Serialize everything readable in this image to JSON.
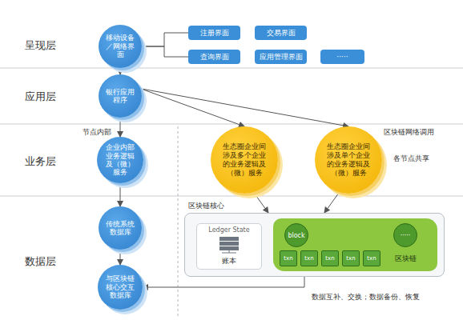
{
  "diagram": {
    "nodes": [
      {
        "text": [
          "移动设备／网络界面"
        ]
      },
      {
        "text": [
          "注册界面"
        ]
      },
      {
        "text": [
          "交易界面"
        ]
      },
      {
        "text": [
          "查询界面"
        ]
      },
      {
        "text": [
          "应用管理界面"
        ]
      },
      {
        "text": [
          "·····"
        ]
      },
      {
        "text": [
          "银行应用程序"
        ]
      },
      {
        "text": [
          "企业内部业务逻辑及（微）服务"
        ]
      },
      {
        "text": [
          "生态圈企业间涉及多个企业的业务逻辑及（微）服务"
        ]
      },
      {
        "text": [
          "生态圈企业间涉及单个企业的业务逻辑及（微）服务"
        ]
      },
      {
        "text": [
          "传统系统数据库"
        ]
      },
      {
        "text": [
          "与区块链核心交互数据库"
        ]
      },
      {
        "text": [
          "区块链核心"
        ]
      },
      {
        "text": [
          "Ledger State",
          "账本"
        ],
        "in": 12
      },
      {
        "text": [
          "区块链"
        ],
        "in": 12
      },
      {
        "text": [
          "block"
        ],
        "in": 14
      },
      {
        "text": [
          "·····"
        ],
        "in": 14
      },
      {
        "text": [
          "txn"
        ],
        "in": 14
      },
      {
        "text": [
          "txn"
        ],
        "in": 14
      },
      {
        "text": [
          "txn"
        ],
        "in": 14
      },
      {
        "text": [
          "txn"
        ],
        "in": 14
      },
      {
        "text": [
          "txn"
        ],
        "in": 14
      }
    ],
    "edges": [
      {
        "from": 0,
        "to": 1,
        "arrow": "none"
      },
      {
        "from": 0,
        "to": 3,
        "arrow": "none"
      },
      {
        "from": 0,
        "to": 6,
        "arrow": "to"
      },
      {
        "from": 6,
        "to": 7,
        "arrow": "to"
      },
      {
        "from": 7,
        "to": 10,
        "arrow": "to"
      },
      {
        "from": 10,
        "to": 11,
        "arrow": "to"
      },
      {
        "from": 6,
        "to": 8,
        "arrow": "to"
      },
      {
        "from": 6,
        "to": 9,
        "arrow": "to"
      },
      {
        "from": 8,
        "to": 12,
        "arrow": "to"
      },
      {
        "from": 9,
        "to": 12,
        "arrow": "to"
      },
      {
        "from": 12,
        "to": 11,
        "arrow": "to",
        "label": "数据互补、交换；数据备份、恢复"
      }
    ],
    "labels": [
      "呈现层",
      "应用层",
      "业务层",
      "数据层",
      "节点内部",
      "区块链网络调用",
      "各节点共享"
    ]
  }
}
